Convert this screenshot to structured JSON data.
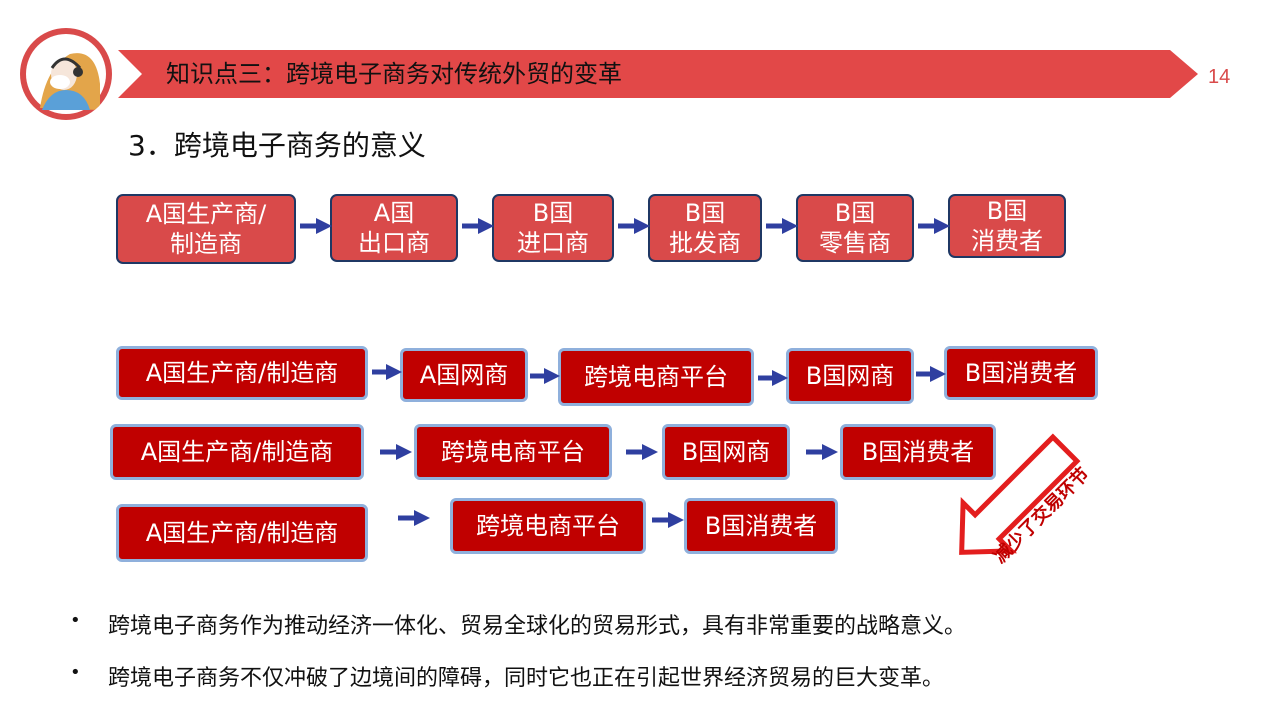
{
  "header": {
    "title": "知识点三：跨境电子商务对传统外贸的变革",
    "page_number": "14"
  },
  "subtitle": "3．跨境电子商务的意义",
  "traditional_chain": [
    {
      "line1": "A国生产商/",
      "line2": "制造商"
    },
    {
      "line1": "A国",
      "line2": "出口商"
    },
    {
      "line1": "B国",
      "line2": "进口商"
    },
    {
      "line1": "B国",
      "line2": "批发商"
    },
    {
      "line1": "B国",
      "line2": "零售商"
    },
    {
      "line1": "B国",
      "line2": "消费者"
    }
  ],
  "ecommerce_chain_1": [
    "A国生产商/制造商",
    "A国网商",
    "跨境电商平台",
    "B国网商",
    "B国消费者"
  ],
  "ecommerce_chain_2": [
    "A国生产商/制造商",
    "跨境电商平台",
    "B国网商",
    "B国消费者"
  ],
  "ecommerce_chain_3": [
    "A国生产商/制造商",
    "跨境电商平台",
    "B国消费者"
  ],
  "callout": "减少了交易环节",
  "bullets": [
    "跨境电子商务作为推动经济一体化、贸易全球化的贸易形式，具有非常重要的战略意义。",
    "跨境电子商务不仅冲破了边境间的障碍，同时它也正在引起世界经济贸易的巨大变革。"
  ],
  "colors": {
    "accent": "#d94a4a",
    "deep_red": "#c00000",
    "navy": "#1f3864",
    "arrow_blue": "#2f3fa0"
  }
}
